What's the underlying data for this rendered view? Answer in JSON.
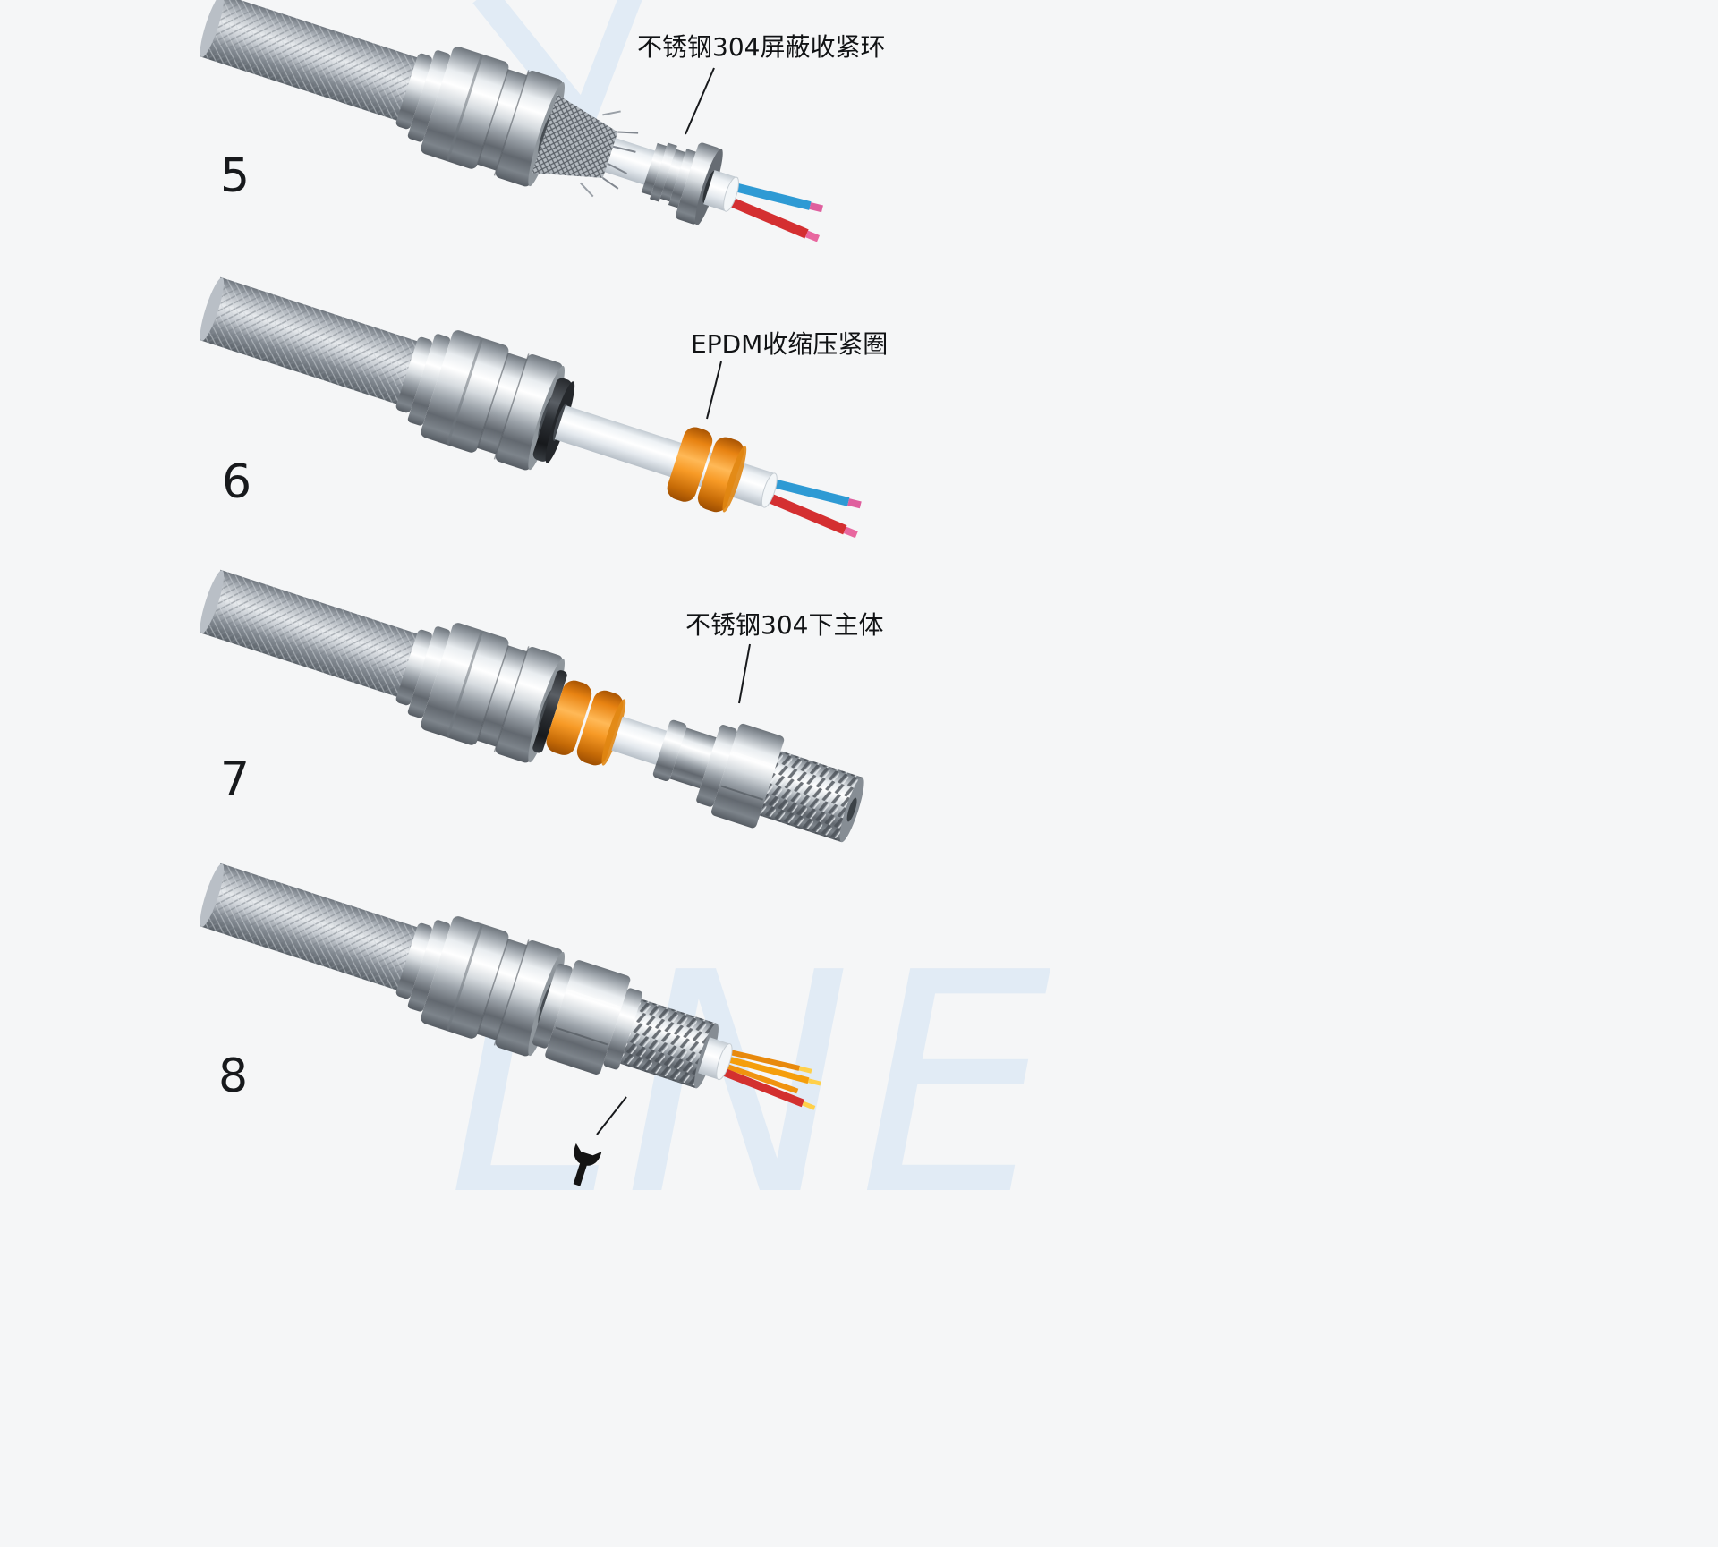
{
  "page": {
    "background": "#f5f6f7"
  },
  "watermark": {
    "text": "LNE",
    "color": "#e1ebf5"
  },
  "steps": [
    {
      "number": "5",
      "label": "不锈钢304屏蔽收紧环"
    },
    {
      "number": "6",
      "label": "EPDM收缩压紧圈"
    },
    {
      "number": "7",
      "label": "不锈钢304下主体"
    },
    {
      "number": "8",
      "label": ""
    }
  ],
  "colors": {
    "accent_orange": "#f5941f",
    "wire_blue": "#2e9ad4",
    "wire_red": "#d42f31",
    "wire_tip_pink": "#df5f9e",
    "wire_orange": "#f59e0b",
    "metal_highlight": "#ffffff",
    "metal_shadow": "#565c63",
    "watermark_blue": "#e1ebf5"
  }
}
